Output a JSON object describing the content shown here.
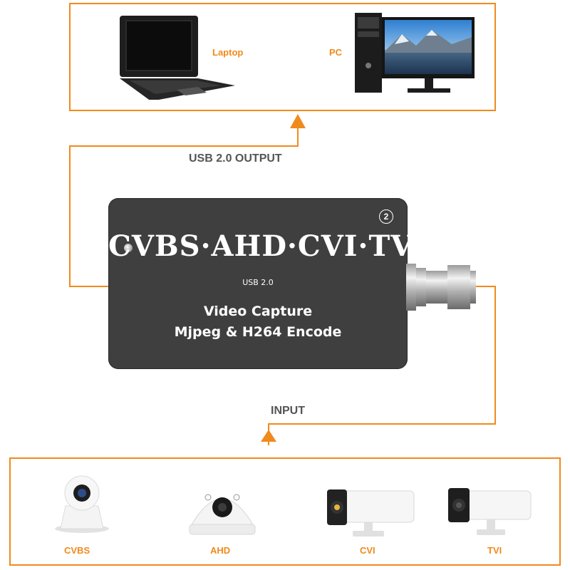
{
  "outputs": [
    {
      "label": "Laptop"
    },
    {
      "label": "PC"
    }
  ],
  "connections": {
    "output_label": "USB 2.0 OUTPUT",
    "input_label": "INPUT"
  },
  "device": {
    "title": "CVBS·AHD·CVI·TVI",
    "badge": "2",
    "usb_tag": "USB 2.0",
    "line1": "Video Capture",
    "line2": "Mjpeg & H264 Encode"
  },
  "inputs": [
    {
      "label": "CVBS"
    },
    {
      "label": "AHD"
    },
    {
      "label": "CVI"
    },
    {
      "label": "TVI"
    }
  ],
  "colors": {
    "accent": "#f08a1c",
    "device": "#3f3f3f",
    "text_gray": "#555555"
  }
}
